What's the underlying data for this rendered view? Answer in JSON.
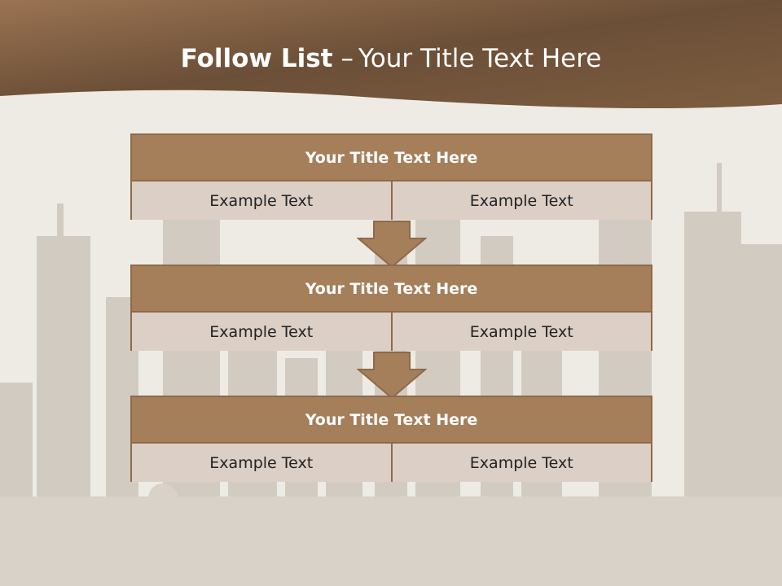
{
  "slide": {
    "title_bold": "Follow List",
    "title_dash": "–",
    "title_rest": "Your Title Text Here"
  },
  "blocks": [
    {
      "title": "Your Title Text Here",
      "left": "Example Text",
      "right": "Example Text"
    },
    {
      "title": "Your Title Text Here",
      "left": "Example Text",
      "right": "Example Text"
    },
    {
      "title": "Your Title Text Here",
      "left": "Example Text",
      "right": "Example Text"
    }
  ],
  "colors": {
    "banner": "#7a5a3e",
    "block_header": "#a57e5a",
    "block_border": "#8e6a4a",
    "block_cell": "#dccfc6",
    "arrow": "#a57e5a"
  }
}
